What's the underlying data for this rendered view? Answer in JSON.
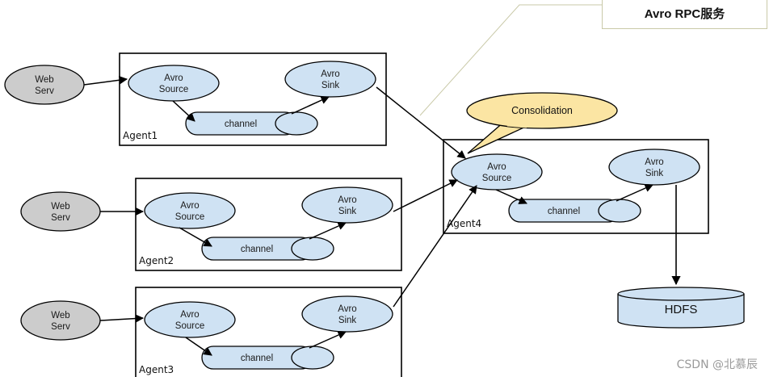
{
  "rpc_callout": {
    "label": "Avro RPC服务"
  },
  "consolidation": {
    "label": "Consolidation"
  },
  "agents": [
    {
      "label": "Agent1",
      "web": {
        "line1": "Web",
        "line2": "Serv"
      },
      "source": {
        "line1": "Avro",
        "line2": "Source"
      },
      "sink": {
        "line1": "Avro",
        "line2": "Sink"
      },
      "channel": "channel"
    },
    {
      "label": "Agent2",
      "web": {
        "line1": "Web",
        "line2": "Serv"
      },
      "source": {
        "line1": "Avro",
        "line2": "Source"
      },
      "sink": {
        "line1": "Avro",
        "line2": "Sink"
      },
      "channel": "channel"
    },
    {
      "label": "Agent3",
      "web": {
        "line1": "Web",
        "line2": "Serv"
      },
      "source": {
        "line1": "Avro",
        "line2": "Source"
      },
      "sink": {
        "line1": "Avro",
        "line2": "Sink"
      },
      "channel": "channel"
    }
  ],
  "agent4": {
    "label": "Agent4",
    "source": {
      "line1": "Avro",
      "line2": "Source"
    },
    "sink": {
      "line1": "Avro",
      "line2": "Sink"
    },
    "channel": "channel"
  },
  "hdfs": {
    "label": "HDFS"
  },
  "watermark": "CSDN @北慕辰",
  "colors": {
    "node_fill": "#cfe2f3",
    "web_fill": "#cccccc",
    "callout_fill": "#fbe5a3",
    "stroke": "#000000"
  }
}
